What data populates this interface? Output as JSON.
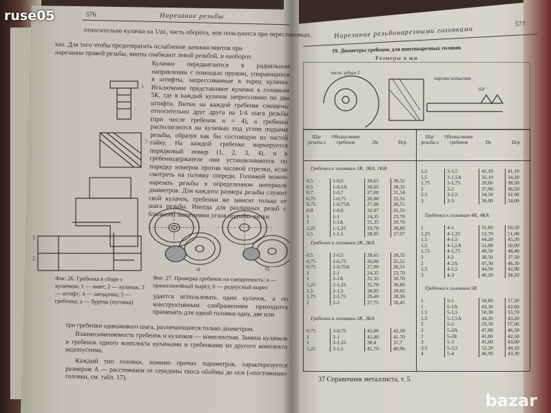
{
  "watermark": "ruse05",
  "logo": "bazar",
  "left_page": {
    "page_number": "576",
    "running_head": "Нарезание резьбы",
    "intro_line1": "относительно кулачка на 1/zz₁ часть оборота, чем пользуются при перестановках.",
    "intro_line2": "ках. Для того чтобы предотвратить ослабление затяжки винтов при",
    "intro_line3": "нарезании правой резьбы, винты снабжают левой резьбой, и наоборот.",
    "column_text": "Кулачки передвигаются в радиальном направлении с помощью пружин, упирающихся в штифты, запрессованные в торец кулачка. Исключение представляют кулачки к головкам 5К, где в каждый кулачок запрессовано по два штифта. Витки на каждой гребенке смещены относительно друг друга на 1/4 шага резьбы (при числе гребенок n = 4), а гребенки располагаются на кулачках под углом подъема резьбы, образуя как бы состоящую из частей гайку. На каждой гребенке маркируется порядковый номер (1, 2, 3, 4), и в гребенкодержателе они устанавливаются по порядку номеров против часовой стрелки, если смотреть на головку спереди. Головкой можно нарезать резьбы в определенном интервале диаметров. Для каждого размера резьбы служит свой кулачок, гребенки же зависят только от шага резьбы. Иногда для различных резьб с близкими значениями углов подъема нитки",
    "fig26_caption": "Фиг. 26. Гребенка в сборе с кулачком: 1 — винт; 2 — кулачок; 3 — штифт; 4 — звездочка; 5 — гребенка; а — буртик (пуговка)",
    "fig27_caption": "Фиг. 27. Проверка гребенок на смещенность: а — прямолинейный вырез; б — радиусный вырез",
    "fig27_labels": [
      "а)",
      "б)"
    ],
    "column_text2": "удается использовать один кулачок, а по конструктивным соображениям приходится применять для одной головки одну, две или",
    "body_text": "три гребенки одинакового шага, различающиеся только диаметром.",
    "para2": "Взаимозаменяемость гребенок и кулачков — комплектная. Замена кулачков и гребенок одного комплекта кулачками и гребенками из другого комплекта недопустима.",
    "para3": "Каждый тип головки, помимо прочих параметров, характеризуется размером A — расстоянием от середины скоса обоймы до оси («постоянная» головки, см. табл. 17)."
  },
  "right_page": {
    "page_number": "577",
    "running_head": "Нарезание резьбонарезными головками",
    "table_title": "19. Диаметры гребенок для винтонарезных головок",
    "table_subtitle": "Размеры в мм",
    "figure_labels": [
      "число зубьев 2",
      "нарезка кольцевая",
      "60°"
    ],
    "headers": [
      "Шаг резьбы s",
      "Обозна-чение гребенок",
      "Dн",
      "Dср",
      "Шаг резьбы s",
      "Обозна-чение гребенок",
      "Dн",
      "Dср"
    ],
    "left_groups": [
      {
        "title": "Гребенки к головкам 1К, 1КА, 1КИ",
        "s": [
          "0,5",
          "0,5",
          "0,7",
          "0,75",
          "0,75",
          "0,8",
          "1",
          "1",
          "1,25",
          "1,5"
        ],
        "code": [
          "1-0,5",
          "1-0,5А",
          "1-0,7",
          "1-0,75",
          "1-0,75А",
          "1-0,8",
          "1-1",
          "1-1А",
          "1-1,25",
          "1-1,5"
        ],
        "dn": [
          "30,65",
          "28,65",
          "27,00",
          "26,00",
          "27,00",
          "32,07",
          "24,35",
          "31,35",
          "29,70",
          "28,05"
        ],
        "dcp": [
          "30,32",
          "28,32",
          "31,54",
          "25,51",
          "26,51",
          "31,55",
          "23,70",
          "30,70",
          "28,89",
          "27,07"
        ]
      },
      {
        "title": "Гребенки к головкам 2К, 2КА",
        "s": [
          "0,5",
          "0,75",
          "0,75",
          "1",
          "1",
          "1,25",
          "1,5",
          "1,75",
          "2"
        ],
        "code": [
          "2-0,5",
          "2-0,75",
          "2-0,75А",
          "2-1",
          "2-1А",
          "2-1,25",
          "2-1,5",
          "2-1,75",
          "2-2"
        ],
        "dn": [
          "28,65",
          "26,00",
          "27,00",
          "24,35",
          "31,35",
          "31,70",
          "30,05",
          "29,40",
          "27,75"
        ],
        "dcp": [
          "28,32",
          "25,51",
          "26,51",
          "23,70",
          "30,70",
          "30,89",
          "29,02",
          "28,26",
          "26,45"
        ]
      },
      {
        "title": "Гребенки к головкам 3К, 3КА",
        "s": [
          "0,75",
          "1",
          "1",
          "1,25"
        ],
        "code": [
          "3-0,75",
          "3-1",
          "3-1,25",
          "3-1,5"
        ],
        "dn": [
          "43,00",
          "42,40",
          "38,4",
          "41,70"
        ],
        "dcp": [
          "42,50",
          "41,70",
          "37,7",
          "40,90"
        ]
      }
    ],
    "right_groups": [
      {
        "title": "",
        "s": [
          "1,5",
          "1,5",
          "1,75",
          "2",
          "2,5",
          "3"
        ],
        "code": [
          "3-1,5",
          "3-1,5А",
          "3-1,75",
          "3-2",
          "3-2,5",
          "3-3"
        ],
        "dn": [
          "42,10",
          "35,10",
          "39,60",
          "37,90",
          "34,50",
          "36,00"
        ],
        "dcp": [
          "41,10",
          "34,10",
          "38,50",
          "36,50",
          "32,90",
          "34,00"
        ]
      },
      {
        "title": "Гребенки к головкам 4К, 4КА",
        "s": [
          "1",
          "1,25",
          "1,5",
          "1,5",
          "1,75",
          "2",
          "2",
          "2,5",
          "3"
        ],
        "code": [
          "4-1",
          "4-1,25",
          "4-1,5",
          "4-1,5А",
          "4-1,75",
          "4-2",
          "4-2А",
          "4-2,5",
          "4-3"
        ],
        "dn": [
          "51,60",
          "52,70",
          "44,20",
          "51,00",
          "49,50",
          "38,50",
          "47,30",
          "44,50",
          "40,20"
        ],
        "dcp": [
          "50,50",
          "51,00",
          "43,20",
          "50,00",
          "48,40",
          "37,50",
          "46,30",
          "42,90",
          "38,20"
        ]
      },
      {
        "title": "Гребенки к головкам 5К",
        "s": [
          "1",
          "1",
          "1,5",
          "1,5",
          "2",
          "2",
          "2",
          "3",
          "3,5",
          "4"
        ],
        "code": [
          "5-1",
          "5-1А",
          "5-1,5",
          "5-1,5А",
          "5-2",
          "5-2А",
          "5-2Б",
          "5-3",
          "5-3,5",
          "5-4"
        ],
        "dn": [
          "58,60",
          "43,30",
          "50,30",
          "44,20",
          "59,30",
          "47,80",
          "41,80",
          "45,60",
          "52,20",
          "46,90"
        ],
        "dcp": [
          "57,50",
          "42,60",
          "55,70",
          "43,20",
          "57,06",
          "46,50",
          "42,50",
          "43,60",
          "49,10",
          "43,30"
        ]
      }
    ],
    "footer": "37   Справочник металлиста, т. 5"
  }
}
